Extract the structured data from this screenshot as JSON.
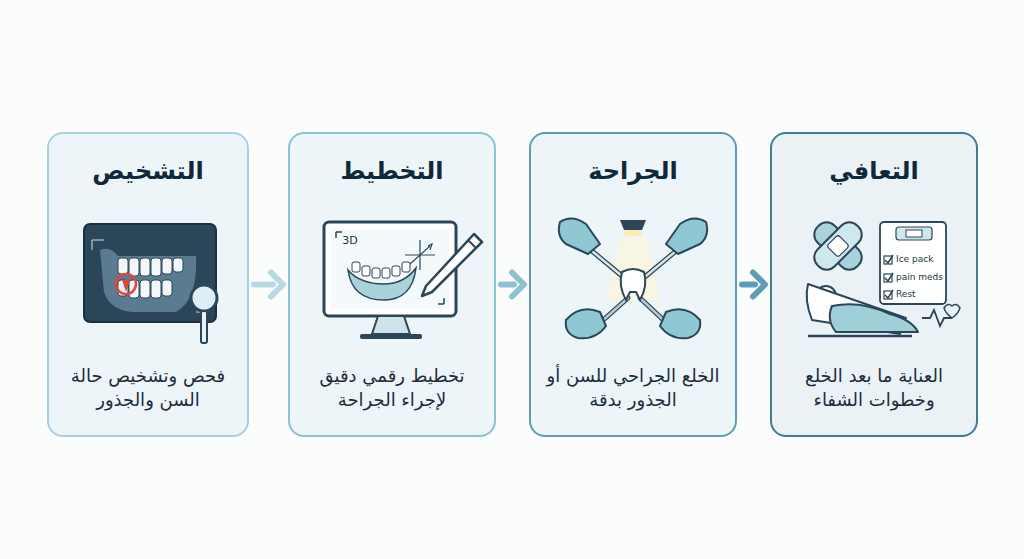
{
  "diagram": {
    "nodes": [
      {
        "text": [
          "التشخيص",
          "فحص وتشخيص حالة السن والجذور"
        ]
      },
      {
        "text": [
          "التخطيط",
          "تخطيط رقمي دقيق لإجراء الجراحة"
        ]
      },
      {
        "text": [
          "الجراحة",
          "الخلع الجراحي للسن أو الجذور بدقة"
        ]
      },
      {
        "text": [
          "التعافي",
          "العناية ما بعد الخلع وخطوات الشفاء"
        ]
      }
    ],
    "edges": [
      {
        "from": 0,
        "to": 1,
        "arrow": "to"
      },
      {
        "from": 1,
        "to": 2,
        "arrow": "to"
      },
      {
        "from": 2,
        "to": 3,
        "arrow": "to"
      }
    ],
    "labels": [
      "?",
      "3D",
      "Ice pack",
      "pain meds",
      "Rest"
    ]
  }
}
